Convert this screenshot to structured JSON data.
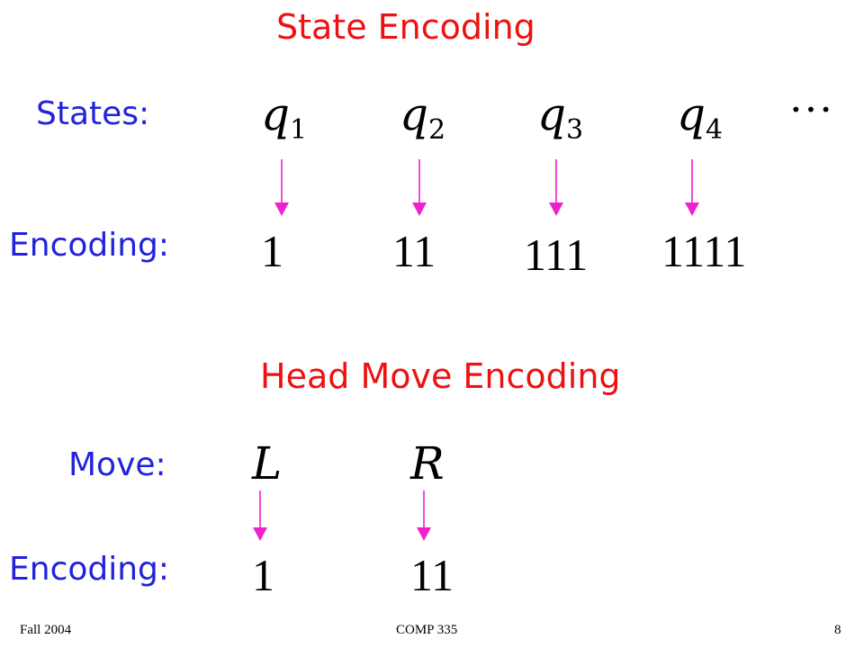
{
  "state_section": {
    "title": "State Encoding",
    "states_label": "States:",
    "encoding_label": "Encoding:",
    "states": [
      {
        "symbol": "q",
        "index": "1",
        "code": "1"
      },
      {
        "symbol": "q",
        "index": "2",
        "code": "11"
      },
      {
        "symbol": "q",
        "index": "3",
        "code": "111"
      },
      {
        "symbol": "q",
        "index": "4",
        "code": "1111"
      }
    ],
    "ellipsis": "···"
  },
  "move_section": {
    "title": "Head Move Encoding",
    "move_label": "Move:",
    "encoding_label": "Encoding:",
    "moves": [
      {
        "symbol": "L",
        "code": "1"
      },
      {
        "symbol": "R",
        "code": "11"
      }
    ]
  },
  "footer": {
    "left": "Fall 2004",
    "center": "COMP 335",
    "page": "8"
  },
  "colors": {
    "title": "#ee1111",
    "label": "#2222dd",
    "arrow": "#ee22cc"
  }
}
